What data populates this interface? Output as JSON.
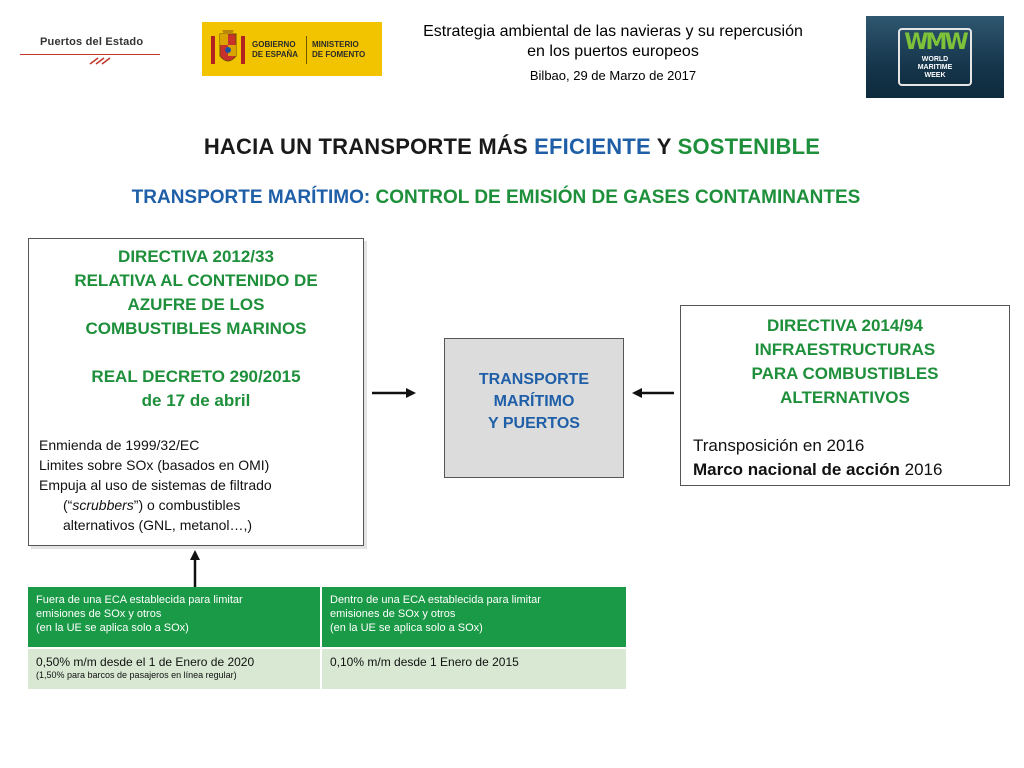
{
  "header": {
    "logo_puertos": "Puertos del Estado",
    "logo_gobierno_1": "GOBIERNO",
    "logo_gobierno_2": "DE ESPAÑA",
    "logo_ministerio_1": "MINISTERIO",
    "logo_ministerio_2": "DE FOMENTO",
    "title_line1": "Estrategia ambiental de las navieras y su repercusión",
    "title_line2": "en los puertos europeos",
    "date": "Bilbao, 29 de Marzo de 2017",
    "wmw_mark": "WMW",
    "wmw_line1": "WORLD",
    "wmw_line2": "MARITIME",
    "wmw_line3": "WEEK"
  },
  "title": {
    "part1": "HACIA UN TRANSPORTE MÁS ",
    "part2": "EFICIENTE",
    "part3": " Y ",
    "part4": "SOSTENIBLE"
  },
  "subtitle": {
    "part1": "TRANSPORTE MARÍTIMO: ",
    "part2": "CONTROL DE EMISIÓN DE GASES CONTAMINANTES"
  },
  "left_box": {
    "head_lines": [
      "DIRECTIVA 2012/33",
      "RELATIVA AL CONTENIDO DE",
      "AZUFRE DE LOS",
      "COMBUSTIBLES MARINOS"
    ],
    "decree_lines": [
      "REAL DECRETO 290/2015",
      "de 17 de abril"
    ],
    "item1": "Enmienda de 1999/32/EC",
    "item2": "Limites sobre SOx  (basados en OMI)",
    "item3": "Empuja al uso de sistemas de filtrado",
    "item3_cont_open": "(“",
    "item3_cont_italic": "scrubbers",
    "item3_cont_close": "”) o combustibles",
    "item3_cont2": "alternativos (GNL, metanol…,)"
  },
  "center_box": {
    "lines": [
      "TRANSPORTE",
      "MARÍTIMO",
      "Y PUERTOS"
    ]
  },
  "right_box": {
    "head_lines": [
      "DIRECTIVA 2014/94",
      "INFRAESTRUCTURAS",
      "PARA COMBUSTIBLES",
      "ALTERNATIVOS"
    ],
    "item1": "Transposición en 2016",
    "item2_bold": "Marco nacional de acción",
    "item2_rest": " 2016"
  },
  "table": {
    "header": [
      [
        "Fuera de una ECA establecida para limitar",
        "emisiones de SOx y otros",
        "(en la UE se aplica solo a SOx)"
      ],
      [
        "Dentro de una ECA establecida para limitar",
        "emisiones de SOx y otros",
        "(en la UE se aplica solo a SOx)"
      ]
    ],
    "row1_c1": "0,50% m/m desde el 1 de Enero de 2020",
    "row1_c1_note": "(1,50% para barcos de pasajeros en línea regular)",
    "row1_c2": "0,10% m/m desde 1 Enero de 2015"
  },
  "colors": {
    "blue": "#1f5fa8",
    "green": "#1e8f3a",
    "table_header": "#1a9a46",
    "table_body": "#d8e8d2"
  }
}
